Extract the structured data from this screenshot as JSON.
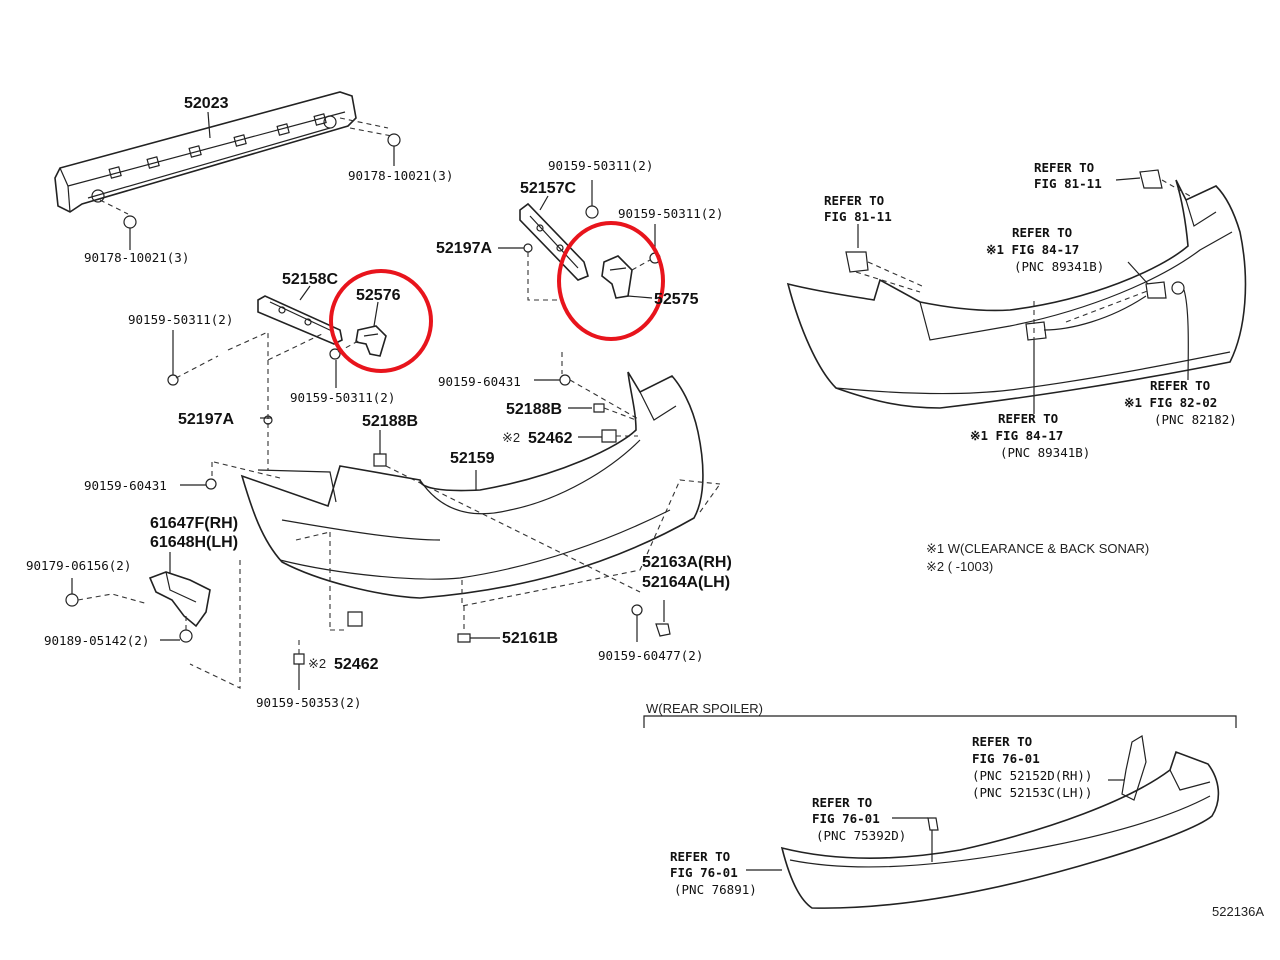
{
  "diagram_id": "522136A",
  "labels": {
    "p52023": "52023",
    "p90178_a": "90178-10021(3)",
    "p90178_b": "90178-10021(3)",
    "p52158C": "52158C",
    "p52576": "52576",
    "p90159_50311_a": "90159-50311(2)",
    "p90159_50311_b": "90159-50311(2)",
    "p90159_50311_c": "90159-50311(2)",
    "p90159_50311_d": "90159-50311(2)",
    "p52197A_a": "52197A",
    "p52197A_b": "52197A",
    "p52157C": "52157C",
    "p52575": "52575",
    "p90159_60431_a": "90159-60431",
    "p90159_60431_b": "90159-60431",
    "p52188B_a": "52188B",
    "p52188B_b": "52188B",
    "p52462_a": "52462",
    "p52462_b": "52462",
    "mark2_a": "※2",
    "mark2_b": "※2",
    "p52159": "52159",
    "p61647F": "61647F(RH)",
    "p61648H": "61648H(LH)",
    "p90179": "90179-06156(2)",
    "p90189": "90189-05142(2)",
    "p90159_50353": "90159-50353(2)",
    "p52161B": "52161B",
    "p52163A": "52163A(RH)",
    "p52164A": "52164A(LH)",
    "p90159_60477": "90159-60477(2)"
  },
  "refs": {
    "r1": [
      "REFER TO",
      "FIG 81-11"
    ],
    "r2": [
      "REFER TO",
      "FIG 81-11"
    ],
    "r3": [
      "REFER TO",
      "※1 FIG 84-17",
      "(PNC 89341B)"
    ],
    "r4": [
      "REFER TO",
      "※1 FIG 84-17",
      "(PNC 89341B)"
    ],
    "r5": [
      "REFER TO",
      "※1 FIG 82-02",
      "(PNC 82182)"
    ],
    "r6": [
      "REFER TO",
      "FIG 76-01",
      "(PNC 52152D(RH))",
      "(PNC 52153C(LH))"
    ],
    "r7": [
      "REFER TO",
      "FIG 76-01",
      "(PNC 75392D)"
    ],
    "r8": [
      "REFER TO",
      "FIG 76-01",
      "(PNC 76891)"
    ]
  },
  "notes": {
    "note1": "※1 W(CLEARANCE & BACK SONAR)",
    "note2": "※2 (       -1003)",
    "spoiler_title": "W(REAR SPOILER)"
  },
  "colors": {
    "highlight": "#e8141c",
    "line": "#222222"
  }
}
